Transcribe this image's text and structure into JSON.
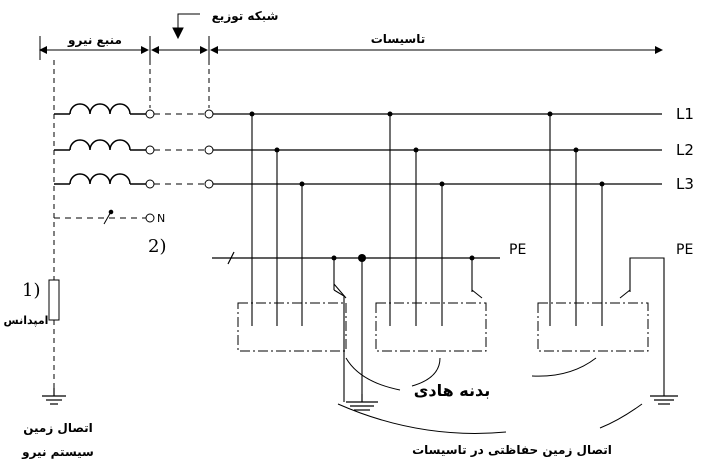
{
  "labels": {
    "power_source": "منبع نیرو",
    "distribution_network": "شبکه توزیع",
    "installations": "تاسیسات",
    "impedance": "امپدانس",
    "conductive_body": "بدنه هادی",
    "system_earth_line1": "اتصال زمین",
    "system_earth_line2": "سیستم نیرو",
    "protective_earth": "اتصال زمین حفاظتی در تاسیسات"
  },
  "conductors": {
    "l1": "L1",
    "l2": "L2",
    "l3": "L3",
    "neutral": "N",
    "pe_left": "PE",
    "pe_right": "PE"
  },
  "markers": {
    "note1": "1)",
    "note2": "2)"
  }
}
